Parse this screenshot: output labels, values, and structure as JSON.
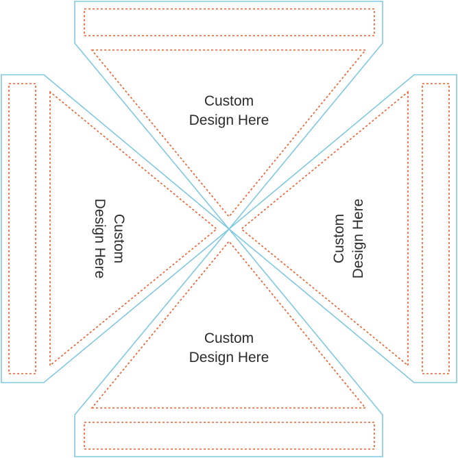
{
  "colors": {
    "cut_line": "#7ec8e3",
    "safe_line": "#f05a28",
    "text": "#2b2b2b"
  },
  "panels": {
    "top": {
      "line1": "Custom",
      "line2": "Design Here"
    },
    "left": {
      "line1": "Custom",
      "line2": "Design Here"
    },
    "right": {
      "line1": "Custom",
      "line2": "Design Here"
    },
    "bottom": {
      "line1": "Custom",
      "line2": "Design Here"
    }
  }
}
